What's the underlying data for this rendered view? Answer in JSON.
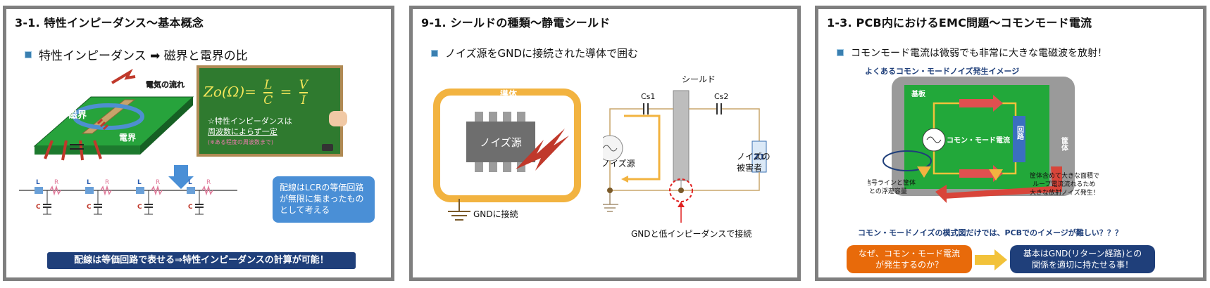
{
  "panel1": {
    "title": "3-1. 特性インピーダンス～基本概念",
    "bullet": "特性インピーダンス ➡ 磁界と電界の比",
    "label_magnetic": "磁界",
    "label_current": "電気の流れ",
    "label_electric": "電界",
    "formula_left": "Zo(Ω)=",
    "formula_L": "L",
    "formula_C": "C",
    "formula_eq": "=",
    "formula_V": "V",
    "formula_I": "I",
    "board_line1": "☆特性インピーダンスは",
    "board_line2": "周波数によらず一定",
    "board_note": "(※ある程度の周波数まで)",
    "label_L": "L",
    "label_R": "R",
    "label_C": "C",
    "callout": "配線はLCRの等価回路が無限に集まったものとして考える",
    "bottom_bar": "配線は等価回路で表せる⇒特性インピーダンスの計算が可能！"
  },
  "panel2": {
    "title": "9-1. シールドの種類～静電シールド",
    "bullet": "ノイズ源をGNDに接続された導体で囲む",
    "conductor": "導体",
    "noise_source": "ノイズ源",
    "gnd_connect": "GNDに接続",
    "shield": "シールド",
    "cs1": "Cs1",
    "cs2": "Cs2",
    "z1": "Z1",
    "noise_src_label": "ノイズ源",
    "victim_1": "ノイズの",
    "victim_2": "被害者",
    "low_imp": "GNDと低インピーダンスで接続"
  },
  "panel3": {
    "title": "1-3. PCB内におけるEMC問題～コモンモード電流",
    "bullet": "コモンモード電流は微弱でも非常に大きな電磁波を放射！",
    "image_title": "よくあるコモン・モードノイズ発生イメージ",
    "board": "基板",
    "circuit": "回路",
    "chassis": "筐体",
    "cm_current": "コモン・モード電流",
    "stray_cap_1": "信号ラインと筐体",
    "stray_cap_2": "との浮遊容量",
    "loop_1": "筐体含めて大きな面積で",
    "loop_2": "ループ電流流れるため",
    "loop_3": "大きな放射ノイズ発生！",
    "question": "コモン・モードノイズの模式図だけでは、PCBでのイメージが難しい？？？",
    "pill_left_1": "なぜ、コモン・モード電流",
    "pill_left_2": "が発生するのか？",
    "pill_right_1": "基本はGND(リターン経路)との",
    "pill_right_2": "関係を適切に持たせる事！"
  }
}
